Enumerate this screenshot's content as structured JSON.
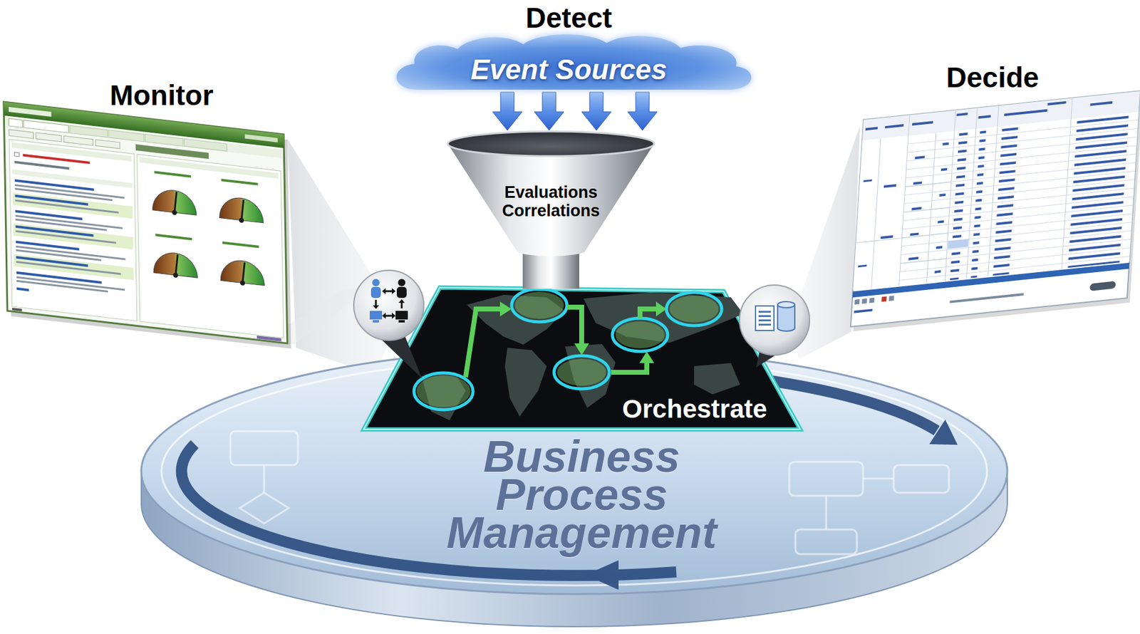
{
  "diagram": {
    "nodes": [
      {
        "text": [
          "Detect",
          "Event Sources"
        ]
      },
      {
        "text": [
          "Monitor"
        ]
      },
      {
        "text": [
          "Decide"
        ]
      },
      {
        "text": [
          "Evaluations Correlations"
        ]
      },
      {
        "text": [
          "Orchestrate"
        ]
      },
      {
        "text": [
          "Business Process Management"
        ]
      }
    ],
    "edges": [
      {
        "from": 0,
        "to": 3,
        "arrow": "to"
      },
      {
        "from": 0,
        "to": 3,
        "arrow": "to"
      },
      {
        "from": 0,
        "to": 3,
        "arrow": "to"
      },
      {
        "from": 0,
        "to": 3,
        "arrow": "to"
      }
    ]
  }
}
